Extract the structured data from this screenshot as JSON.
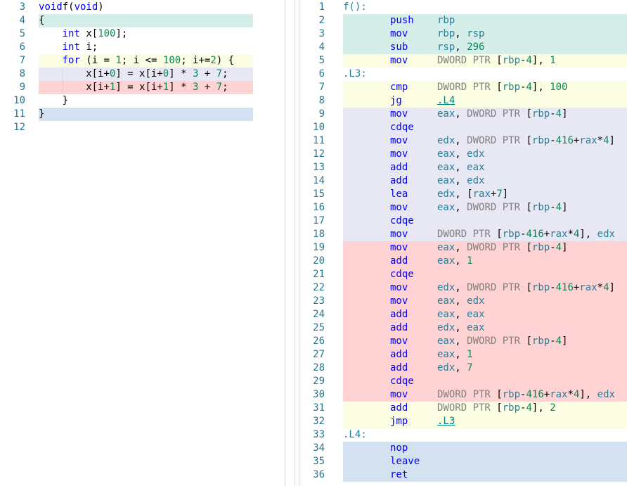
{
  "colors": {
    "green": "#d6eee9",
    "yellow": "#fbfde3",
    "purple": "#e8e7f4",
    "red": "#ffd3d3",
    "blue": "#d3e1f0"
  },
  "source": {
    "lines": [
      {
        "n": "3",
        "bg": null,
        "tokens": [
          [
            "kw",
            "void"
          ],
          [
            "",
            "f("
          ],
          [
            "kw",
            "void"
          ],
          [
            "",
            ")"
          ]
        ]
      },
      {
        "n": "4",
        "bg": "green",
        "tokens": [
          [
            "",
            "{"
          ]
        ]
      },
      {
        "n": "5",
        "bg": null,
        "indent": 1,
        "tokens": [
          [
            "kw",
            "int"
          ],
          [
            "",
            " x["
          ],
          [
            "num",
            "100"
          ],
          [
            "",
            "];"
          ]
        ]
      },
      {
        "n": "6",
        "bg": null,
        "indent": 1,
        "tokens": [
          [
            "kw",
            "int"
          ],
          [
            "",
            " i;"
          ]
        ]
      },
      {
        "n": "7",
        "bg": "yellow",
        "indent": 1,
        "tokens": [
          [
            "kw",
            "for"
          ],
          [
            "",
            " (i = "
          ],
          [
            "num",
            "1"
          ],
          [
            "",
            "; i <= "
          ],
          [
            "num",
            "100"
          ],
          [
            "",
            "; i+="
          ],
          [
            "num",
            "2"
          ],
          [
            "",
            ") {"
          ]
        ]
      },
      {
        "n": "8",
        "bg": "purple",
        "indent": 2,
        "guide": true,
        "tokens": [
          [
            "",
            "x[i+"
          ],
          [
            "num",
            "0"
          ],
          [
            "",
            "] = x[i+"
          ],
          [
            "num",
            "0"
          ],
          [
            "",
            "] * "
          ],
          [
            "num",
            "3"
          ],
          [
            "",
            " + "
          ],
          [
            "num",
            "7"
          ],
          [
            "",
            ";"
          ]
        ]
      },
      {
        "n": "9",
        "bg": "red",
        "indent": 2,
        "guide": true,
        "tokens": [
          [
            "",
            "x[i+"
          ],
          [
            "num",
            "1"
          ],
          [
            "",
            "] = x[i+"
          ],
          [
            "num",
            "1"
          ],
          [
            "",
            "] * "
          ],
          [
            "num",
            "3"
          ],
          [
            "",
            " + "
          ],
          [
            "num",
            "7"
          ],
          [
            "",
            ";"
          ]
        ]
      },
      {
        "n": "10",
        "bg": null,
        "indent": 1,
        "tokens": [
          [
            "",
            "}"
          ]
        ]
      },
      {
        "n": "11",
        "bg": "blue",
        "tokens": [
          [
            "",
            "}"
          ]
        ]
      },
      {
        "n": "12",
        "bg": null,
        "tokens": []
      }
    ]
  },
  "assembly": {
    "lines": [
      {
        "n": "1",
        "bg": null,
        "label": "f():"
      },
      {
        "n": "2",
        "bg": "green",
        "op": "push",
        "args": [
          [
            "reg",
            "rbp"
          ]
        ]
      },
      {
        "n": "3",
        "bg": "green",
        "op": "mov",
        "args": [
          [
            "reg",
            "rbp"
          ],
          [
            "",
            ", "
          ],
          [
            "reg",
            "rsp"
          ]
        ]
      },
      {
        "n": "4",
        "bg": "green",
        "op": "sub",
        "args": [
          [
            "reg",
            "rsp"
          ],
          [
            "",
            ", "
          ],
          [
            "num",
            "296"
          ]
        ]
      },
      {
        "n": "5",
        "bg": "yellow",
        "op": "mov",
        "args": [
          [
            "ptr",
            "DWORD PTR "
          ],
          [
            "",
            "["
          ],
          [
            "reg",
            "rbp"
          ],
          [
            "",
            "-"
          ],
          [
            "num",
            "4"
          ],
          [
            "",
            "], "
          ],
          [
            "num",
            "1"
          ]
        ]
      },
      {
        "n": "6",
        "bg": null,
        "label": ".L3:"
      },
      {
        "n": "7",
        "bg": "yellow",
        "op": "cmp",
        "args": [
          [
            "ptr",
            "DWORD PTR "
          ],
          [
            "",
            "["
          ],
          [
            "reg",
            "rbp"
          ],
          [
            "",
            "-"
          ],
          [
            "num",
            "4"
          ],
          [
            "",
            "], "
          ],
          [
            "num",
            "100"
          ]
        ]
      },
      {
        "n": "8",
        "bg": "yellow",
        "op": "jg",
        "args": [
          [
            "ref",
            ".L4"
          ]
        ]
      },
      {
        "n": "9",
        "bg": "purple",
        "op": "mov",
        "args": [
          [
            "reg",
            "eax"
          ],
          [
            "",
            ", "
          ],
          [
            "ptr",
            "DWORD PTR "
          ],
          [
            "",
            "["
          ],
          [
            "reg",
            "rbp"
          ],
          [
            "",
            "-"
          ],
          [
            "num",
            "4"
          ],
          [
            "",
            "]"
          ]
        ]
      },
      {
        "n": "10",
        "bg": "purple",
        "op": "cdqe",
        "args": []
      },
      {
        "n": "11",
        "bg": "purple",
        "op": "mov",
        "args": [
          [
            "reg",
            "edx"
          ],
          [
            "",
            ", "
          ],
          [
            "ptr",
            "DWORD PTR "
          ],
          [
            "",
            "["
          ],
          [
            "reg",
            "rbp"
          ],
          [
            "",
            "-"
          ],
          [
            "num",
            "416"
          ],
          [
            "",
            "+"
          ],
          [
            "reg",
            "rax"
          ],
          [
            "",
            "*"
          ],
          [
            "num",
            "4"
          ],
          [
            "",
            "]"
          ]
        ]
      },
      {
        "n": "12",
        "bg": "purple",
        "op": "mov",
        "args": [
          [
            "reg",
            "eax"
          ],
          [
            "",
            ", "
          ],
          [
            "reg",
            "edx"
          ]
        ]
      },
      {
        "n": "13",
        "bg": "purple",
        "op": "add",
        "args": [
          [
            "reg",
            "eax"
          ],
          [
            "",
            ", "
          ],
          [
            "reg",
            "eax"
          ]
        ]
      },
      {
        "n": "14",
        "bg": "purple",
        "op": "add",
        "args": [
          [
            "reg",
            "eax"
          ],
          [
            "",
            ", "
          ],
          [
            "reg",
            "edx"
          ]
        ]
      },
      {
        "n": "15",
        "bg": "purple",
        "op": "lea",
        "args": [
          [
            "reg",
            "edx"
          ],
          [
            "",
            ", ["
          ],
          [
            "reg",
            "rax"
          ],
          [
            "",
            "+"
          ],
          [
            "num",
            "7"
          ],
          [
            "",
            "]"
          ]
        ]
      },
      {
        "n": "16",
        "bg": "purple",
        "op": "mov",
        "args": [
          [
            "reg",
            "eax"
          ],
          [
            "",
            ", "
          ],
          [
            "ptr",
            "DWORD PTR "
          ],
          [
            "",
            "["
          ],
          [
            "reg",
            "rbp"
          ],
          [
            "",
            "-"
          ],
          [
            "num",
            "4"
          ],
          [
            "",
            "]"
          ]
        ]
      },
      {
        "n": "17",
        "bg": "purple",
        "op": "cdqe",
        "args": []
      },
      {
        "n": "18",
        "bg": "purple",
        "op": "mov",
        "args": [
          [
            "ptr",
            "DWORD PTR "
          ],
          [
            "",
            "["
          ],
          [
            "reg",
            "rbp"
          ],
          [
            "",
            "-"
          ],
          [
            "num",
            "416"
          ],
          [
            "",
            "+"
          ],
          [
            "reg",
            "rax"
          ],
          [
            "",
            "*"
          ],
          [
            "num",
            "4"
          ],
          [
            "",
            "], "
          ],
          [
            "reg",
            "edx"
          ]
        ]
      },
      {
        "n": "19",
        "bg": "red",
        "op": "mov",
        "args": [
          [
            "reg",
            "eax"
          ],
          [
            "",
            ", "
          ],
          [
            "ptr",
            "DWORD PTR "
          ],
          [
            "",
            "["
          ],
          [
            "reg",
            "rbp"
          ],
          [
            "",
            "-"
          ],
          [
            "num",
            "4"
          ],
          [
            "",
            "]"
          ]
        ]
      },
      {
        "n": "20",
        "bg": "red",
        "op": "add",
        "args": [
          [
            "reg",
            "eax"
          ],
          [
            "",
            ", "
          ],
          [
            "num",
            "1"
          ]
        ]
      },
      {
        "n": "21",
        "bg": "red",
        "op": "cdqe",
        "args": []
      },
      {
        "n": "22",
        "bg": "red",
        "op": "mov",
        "args": [
          [
            "reg",
            "edx"
          ],
          [
            "",
            ", "
          ],
          [
            "ptr",
            "DWORD PTR "
          ],
          [
            "",
            "["
          ],
          [
            "reg",
            "rbp"
          ],
          [
            "",
            "-"
          ],
          [
            "num",
            "416"
          ],
          [
            "",
            "+"
          ],
          [
            "reg",
            "rax"
          ],
          [
            "",
            "*"
          ],
          [
            "num",
            "4"
          ],
          [
            "",
            "]"
          ]
        ]
      },
      {
        "n": "23",
        "bg": "red",
        "op": "mov",
        "args": [
          [
            "reg",
            "eax"
          ],
          [
            "",
            ", "
          ],
          [
            "reg",
            "edx"
          ]
        ]
      },
      {
        "n": "24",
        "bg": "red",
        "op": "add",
        "args": [
          [
            "reg",
            "eax"
          ],
          [
            "",
            ", "
          ],
          [
            "reg",
            "eax"
          ]
        ]
      },
      {
        "n": "25",
        "bg": "red",
        "op": "add",
        "args": [
          [
            "reg",
            "edx"
          ],
          [
            "",
            ", "
          ],
          [
            "reg",
            "eax"
          ]
        ]
      },
      {
        "n": "26",
        "bg": "red",
        "op": "mov",
        "args": [
          [
            "reg",
            "eax"
          ],
          [
            "",
            ", "
          ],
          [
            "ptr",
            "DWORD PTR "
          ],
          [
            "",
            "["
          ],
          [
            "reg",
            "rbp"
          ],
          [
            "",
            "-"
          ],
          [
            "num",
            "4"
          ],
          [
            "",
            "]"
          ]
        ]
      },
      {
        "n": "27",
        "bg": "red",
        "op": "add",
        "args": [
          [
            "reg",
            "eax"
          ],
          [
            "",
            ", "
          ],
          [
            "num",
            "1"
          ]
        ]
      },
      {
        "n": "28",
        "bg": "red",
        "op": "add",
        "args": [
          [
            "reg",
            "edx"
          ],
          [
            "",
            ", "
          ],
          [
            "num",
            "7"
          ]
        ]
      },
      {
        "n": "29",
        "bg": "red",
        "op": "cdqe",
        "args": []
      },
      {
        "n": "30",
        "bg": "red",
        "op": "mov",
        "args": [
          [
            "ptr",
            "DWORD PTR "
          ],
          [
            "",
            "["
          ],
          [
            "reg",
            "rbp"
          ],
          [
            "",
            "-"
          ],
          [
            "num",
            "416"
          ],
          [
            "",
            "+"
          ],
          [
            "reg",
            "rax"
          ],
          [
            "",
            "*"
          ],
          [
            "num",
            "4"
          ],
          [
            "",
            "], "
          ],
          [
            "reg",
            "edx"
          ]
        ]
      },
      {
        "n": "31",
        "bg": "yellow",
        "op": "add",
        "args": [
          [
            "ptr",
            "DWORD PTR "
          ],
          [
            "",
            "["
          ],
          [
            "reg",
            "rbp"
          ],
          [
            "",
            "-"
          ],
          [
            "num",
            "4"
          ],
          [
            "",
            "], "
          ],
          [
            "num",
            "2"
          ]
        ]
      },
      {
        "n": "32",
        "bg": "yellow",
        "op": "jmp",
        "args": [
          [
            "ref",
            ".L3"
          ]
        ]
      },
      {
        "n": "33",
        "bg": null,
        "label": ".L4:"
      },
      {
        "n": "34",
        "bg": "blue",
        "op": "nop",
        "args": []
      },
      {
        "n": "35",
        "bg": "blue",
        "op": "leave",
        "args": []
      },
      {
        "n": "36",
        "bg": "blue",
        "op": "ret",
        "args": []
      }
    ]
  }
}
